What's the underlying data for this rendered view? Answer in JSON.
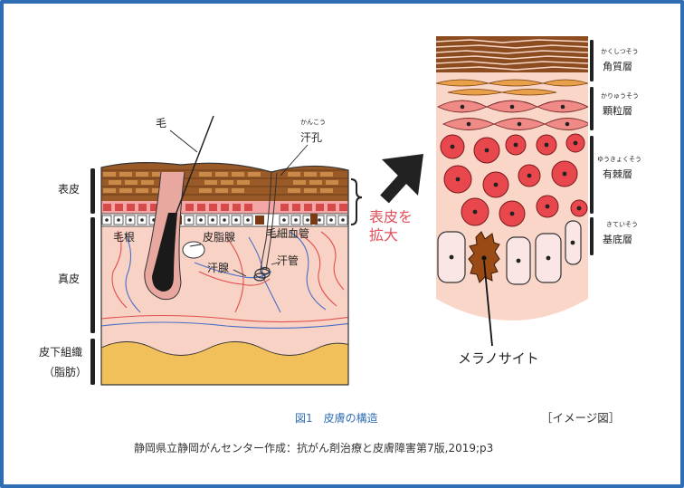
{
  "left_diagram": {
    "layers": {
      "epidermis": "表皮",
      "dermis": "真皮",
      "subcutaneous_line1": "皮下組織",
      "subcutaneous_line2": "（脂肪）"
    },
    "labels": {
      "hair": "毛",
      "pore_ruby": "かんこう",
      "pore": "汗孔",
      "hair_root": "毛根",
      "sebaceous_gland": "皮脂腺",
      "capillary": "毛細血管",
      "sweat_duct": "汗管",
      "sweat_gland": "汗腺"
    }
  },
  "zoom_label_line1": "表皮を",
  "zoom_label_line2": "拡大",
  "right_diagram": {
    "layers": [
      {
        "ruby": "かくしつそう",
        "name": "角質層"
      },
      {
        "ruby": "かりゅうそう",
        "name": "顆粒層"
      },
      {
        "ruby": "ゆうきょくそう",
        "name": "有棘層"
      },
      {
        "ruby": "きていそう",
        "name": "基底層"
      }
    ],
    "melanocyte": "メラノサイト"
  },
  "caption": "図1　皮膚の構造",
  "image_note": "［イメージ図］",
  "source": "静岡県立静岡がんセンター作成：抗がん剤治療と皮膚障害第7版,2019;p3",
  "colors": {
    "frame": "#2f6db5",
    "accent_red": "#e0505a",
    "skin_pink": "#f8d2c4",
    "fat": "#f2c05a",
    "stratum_corneum": "#8b4d1f"
  }
}
